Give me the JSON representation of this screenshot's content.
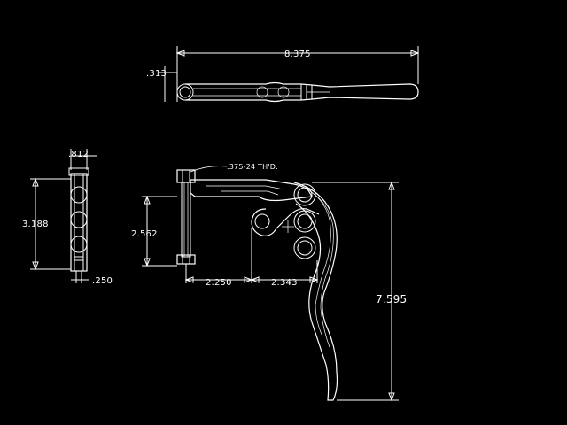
{
  "drawing": {
    "background": "#000000",
    "line_color": "#ffffff"
  },
  "dimensions": {
    "top_length": "8.375",
    "top_head": ".313",
    "side_width": ".812",
    "side_height": "3.188",
    "side_bolt": ".250",
    "front_height": "2.562",
    "thread_note": ".375-24 TH'D.",
    "front_base_left": "2.250",
    "front_base_right": "2.343",
    "overall_height": "7.595"
  }
}
